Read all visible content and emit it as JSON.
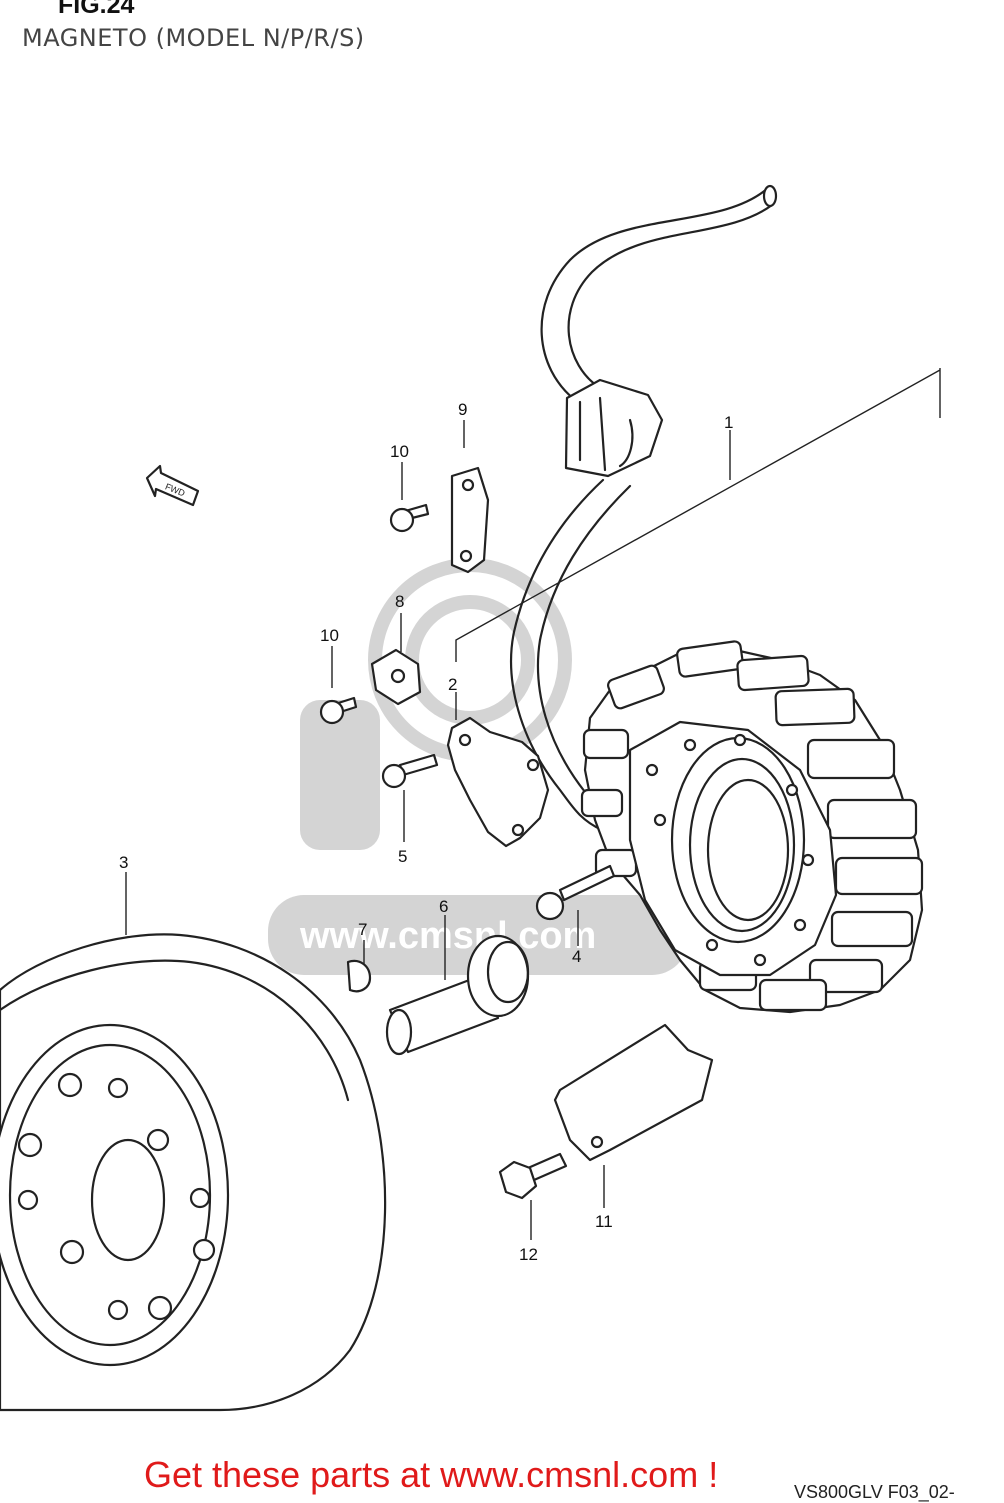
{
  "header": {
    "figure_number": "FIG.24",
    "subtitle": "MAGNETO (MODEL N/P/R/S)"
  },
  "direction_badge": {
    "label": "FWD"
  },
  "watermark": {
    "text": "www.cmsnl.com"
  },
  "callouts": [
    "1",
    "2",
    "3",
    "4",
    "5",
    "6",
    "7",
    "8",
    "9",
    "10",
    "10",
    "11",
    "12"
  ],
  "footer": {
    "cta": "Get these parts at www.cmsnl.com !",
    "diagram_code": "VS800GLV F03_02-"
  }
}
